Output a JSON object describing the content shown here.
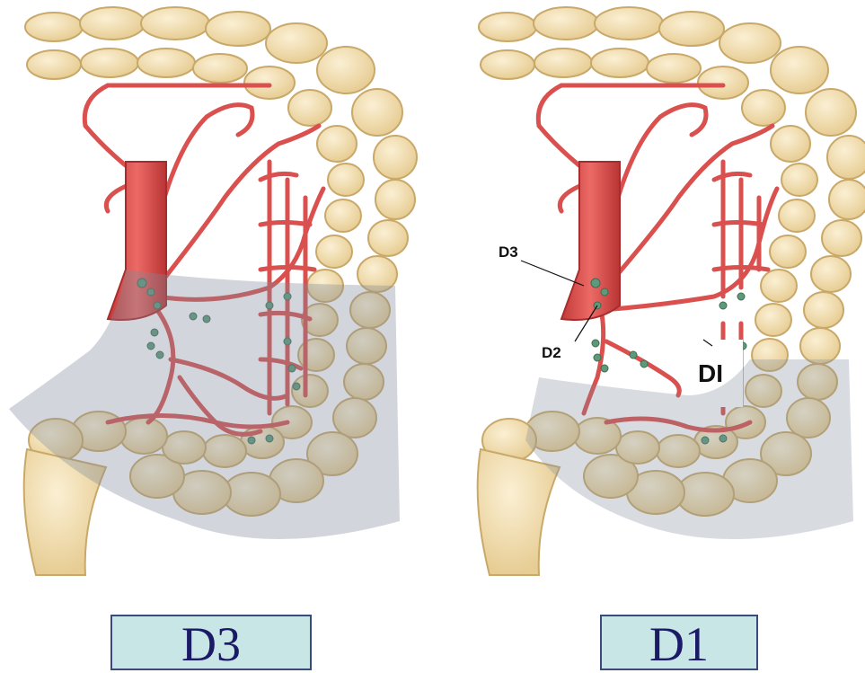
{
  "left_panel": {
    "caption": "D3",
    "labels": []
  },
  "right_panel": {
    "caption": "D1",
    "labels": [
      "D3",
      "D2",
      "DI"
    ]
  },
  "colors": {
    "bowel": "#f0dcae",
    "bowel_outline": "#c9a96a",
    "artery": "#d9504e",
    "artery_light": "#e99a98",
    "node": "#5e9a7a",
    "resection": "#9aa4b2",
    "caption_bg": "#c8e6e6",
    "caption_text": "#1a1a66"
  }
}
